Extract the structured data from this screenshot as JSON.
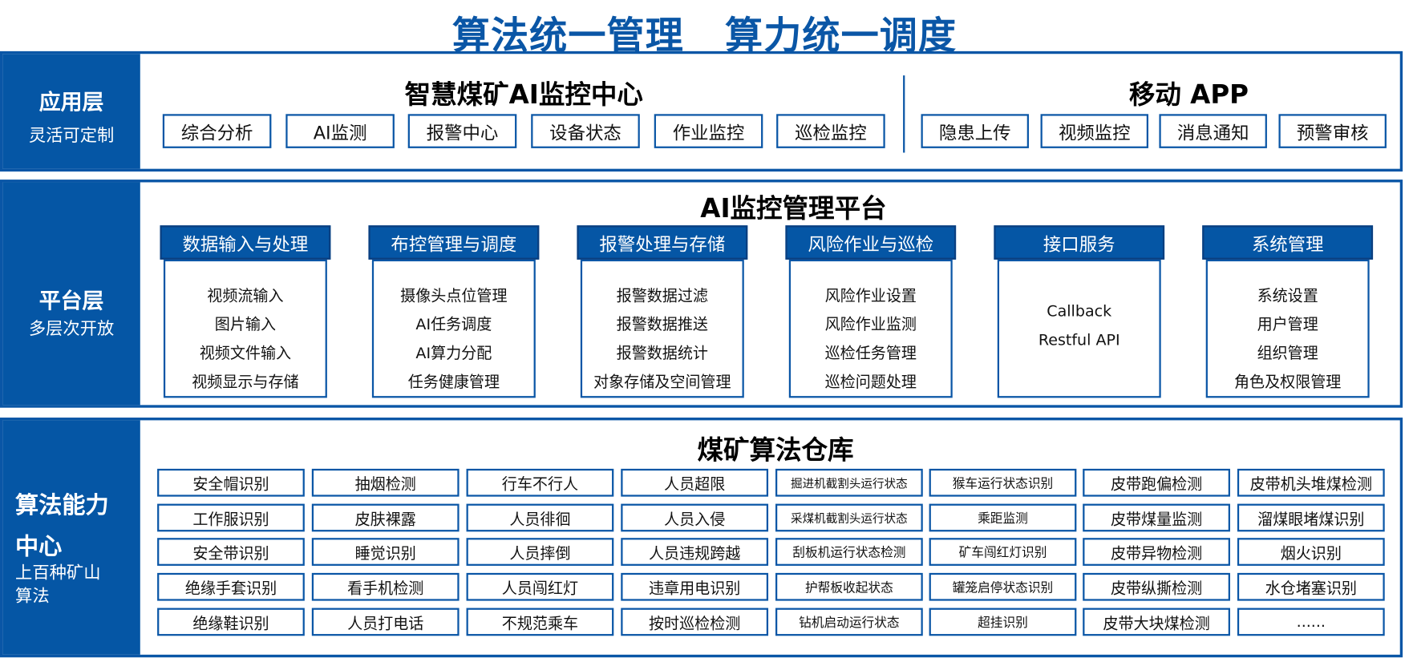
{
  "title": "算法统一管理  算力统一调度",
  "app_layer": {
    "label": "应用层",
    "sublabel": "灵活可定制",
    "center_title": "智慧煤矿AI监控中心",
    "center_buttons": [
      "综合分析",
      "AI监测",
      "报警中心",
      "设备状态",
      "作业监控",
      "巡检监控"
    ],
    "mobile_title": "移动 APP",
    "mobile_buttons": [
      "隐患上传",
      "视频监控",
      "消息通知",
      "预警审核"
    ]
  },
  "platform_layer": {
    "label": "平台层",
    "sublabel": "多层次开放",
    "title": "AI监控管理平台",
    "modules": [
      {
        "name": "数据输入与处理",
        "items": [
          "视频流输入",
          "图片输入",
          "视频文件输入",
          "视频显示与存储"
        ]
      },
      {
        "name": "布控管理与调度",
        "items": [
          "摄像头点位管理",
          "AI任务调度",
          "AI算力分配",
          "任务健康管理"
        ]
      },
      {
        "name": "报警处理与存储",
        "items": [
          "报警数据过滤",
          "报警数据推送",
          "报警数据统计",
          "对象存储及空间管理"
        ]
      },
      {
        "name": "风险作业与巡检",
        "items": [
          "风险作业设置",
          "风险作业监测",
          "巡检任务管理",
          "巡检问题处理"
        ]
      },
      {
        "name": "接口服务",
        "items": [
          "Callback",
          "Restful API"
        ]
      },
      {
        "name": "系统管理",
        "items": [
          "系统设置",
          "用户管理",
          "组织管理",
          "角色及权限管理"
        ]
      }
    ]
  },
  "algorithm_layer": {
    "label_line1": "算法能力",
    "label_line2": "中心",
    "sublabel_line1": "上百种矿山",
    "sublabel_line2": "算法",
    "title": "煤矿算法仓库",
    "grid": [
      [
        "安全帽识别",
        "抽烟检测",
        "行车不行人",
        "人员超限",
        "掘进机截割头运行状态",
        "猴车运行状态识别",
        "皮带跑偏检测",
        "皮带机头堆煤检测"
      ],
      [
        "工作服识别",
        "皮肤裸露",
        "人员徘徊",
        "人员入侵",
        "采煤机截割头运行状态",
        "乘距监测",
        "皮带煤量监测",
        "溜煤眼堵煤识别"
      ],
      [
        "安全带识别",
        "睡觉识别",
        "人员摔倒",
        "人员违规跨越",
        "刮板机运行状态检测",
        "矿车闯红灯识别",
        "皮带异物检测",
        "烟火识别"
      ],
      [
        "绝缘手套识别",
        "看手机检测",
        "人员闯红灯",
        "违章用电识别",
        "护帮板收起状态",
        "罐笼启停状态识别",
        "皮带纵撕检测",
        "水仓堵塞识别"
      ],
      [
        "绝缘鞋识别",
        "人员打电话",
        "不规范乘车",
        "按时巡检检测",
        "钻机启动运行状态",
        "超挂识别",
        "皮带大块煤检测",
        "......"
      ]
    ]
  }
}
